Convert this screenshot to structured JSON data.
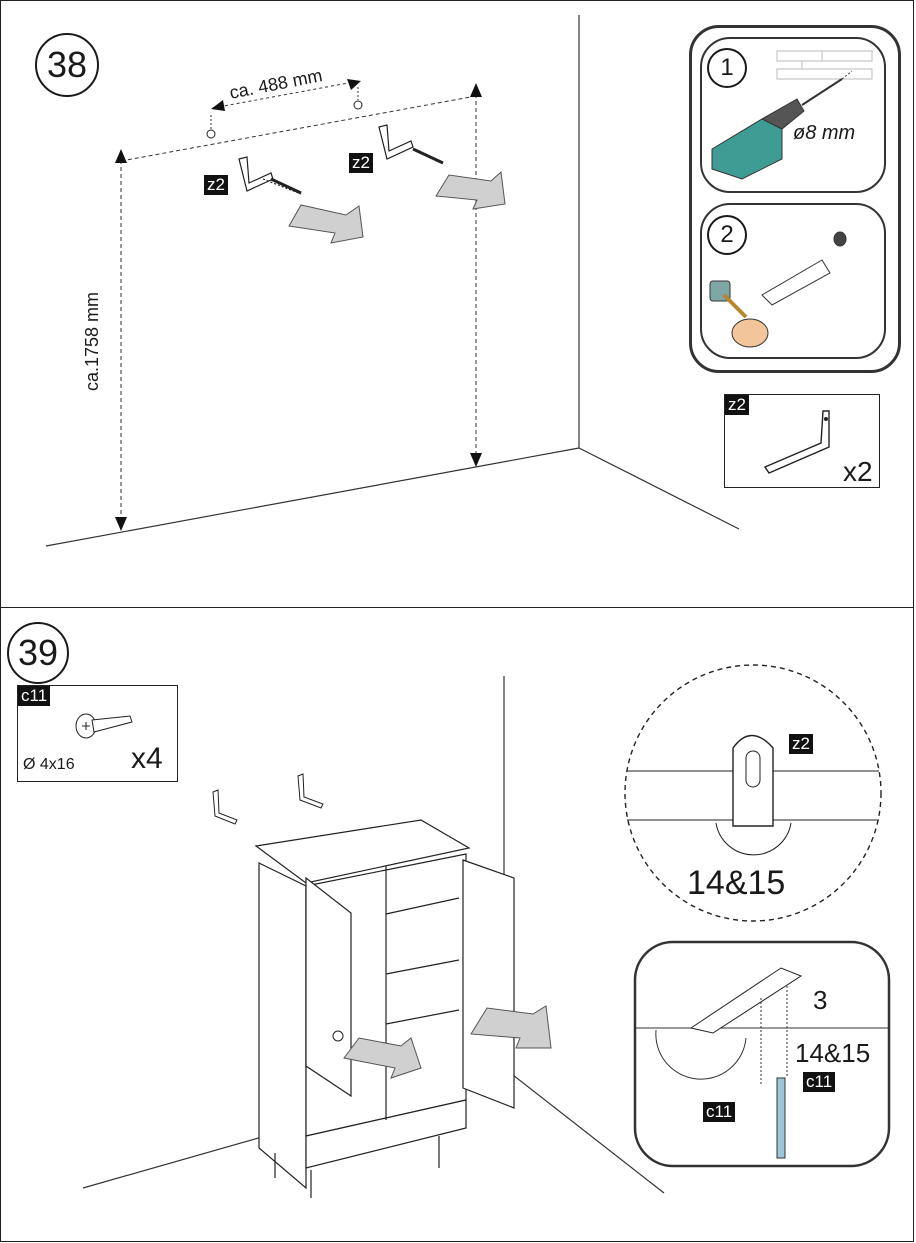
{
  "step38": {
    "number": "38",
    "dim_width": "ca. 488 mm",
    "dim_height": "ca.1758 mm",
    "bracket_tag_left": "z2",
    "bracket_tag_right": "z2",
    "drill_badge": "1",
    "drill_size": "ø8 mm",
    "anchor_badge": "2",
    "part_tag": "z2",
    "part_qty": "x2"
  },
  "step39": {
    "number": "39",
    "screw_tag": "c11",
    "screw_size": "Ø 4x16",
    "screw_qty": "x4",
    "detail_tag": "z2",
    "detail_label": "14&15",
    "detail2_label_top": "3",
    "detail2_label_mid": "14&15",
    "detail2_screw_tag_a": "c11",
    "detail2_screw_tag_b": "c11"
  }
}
